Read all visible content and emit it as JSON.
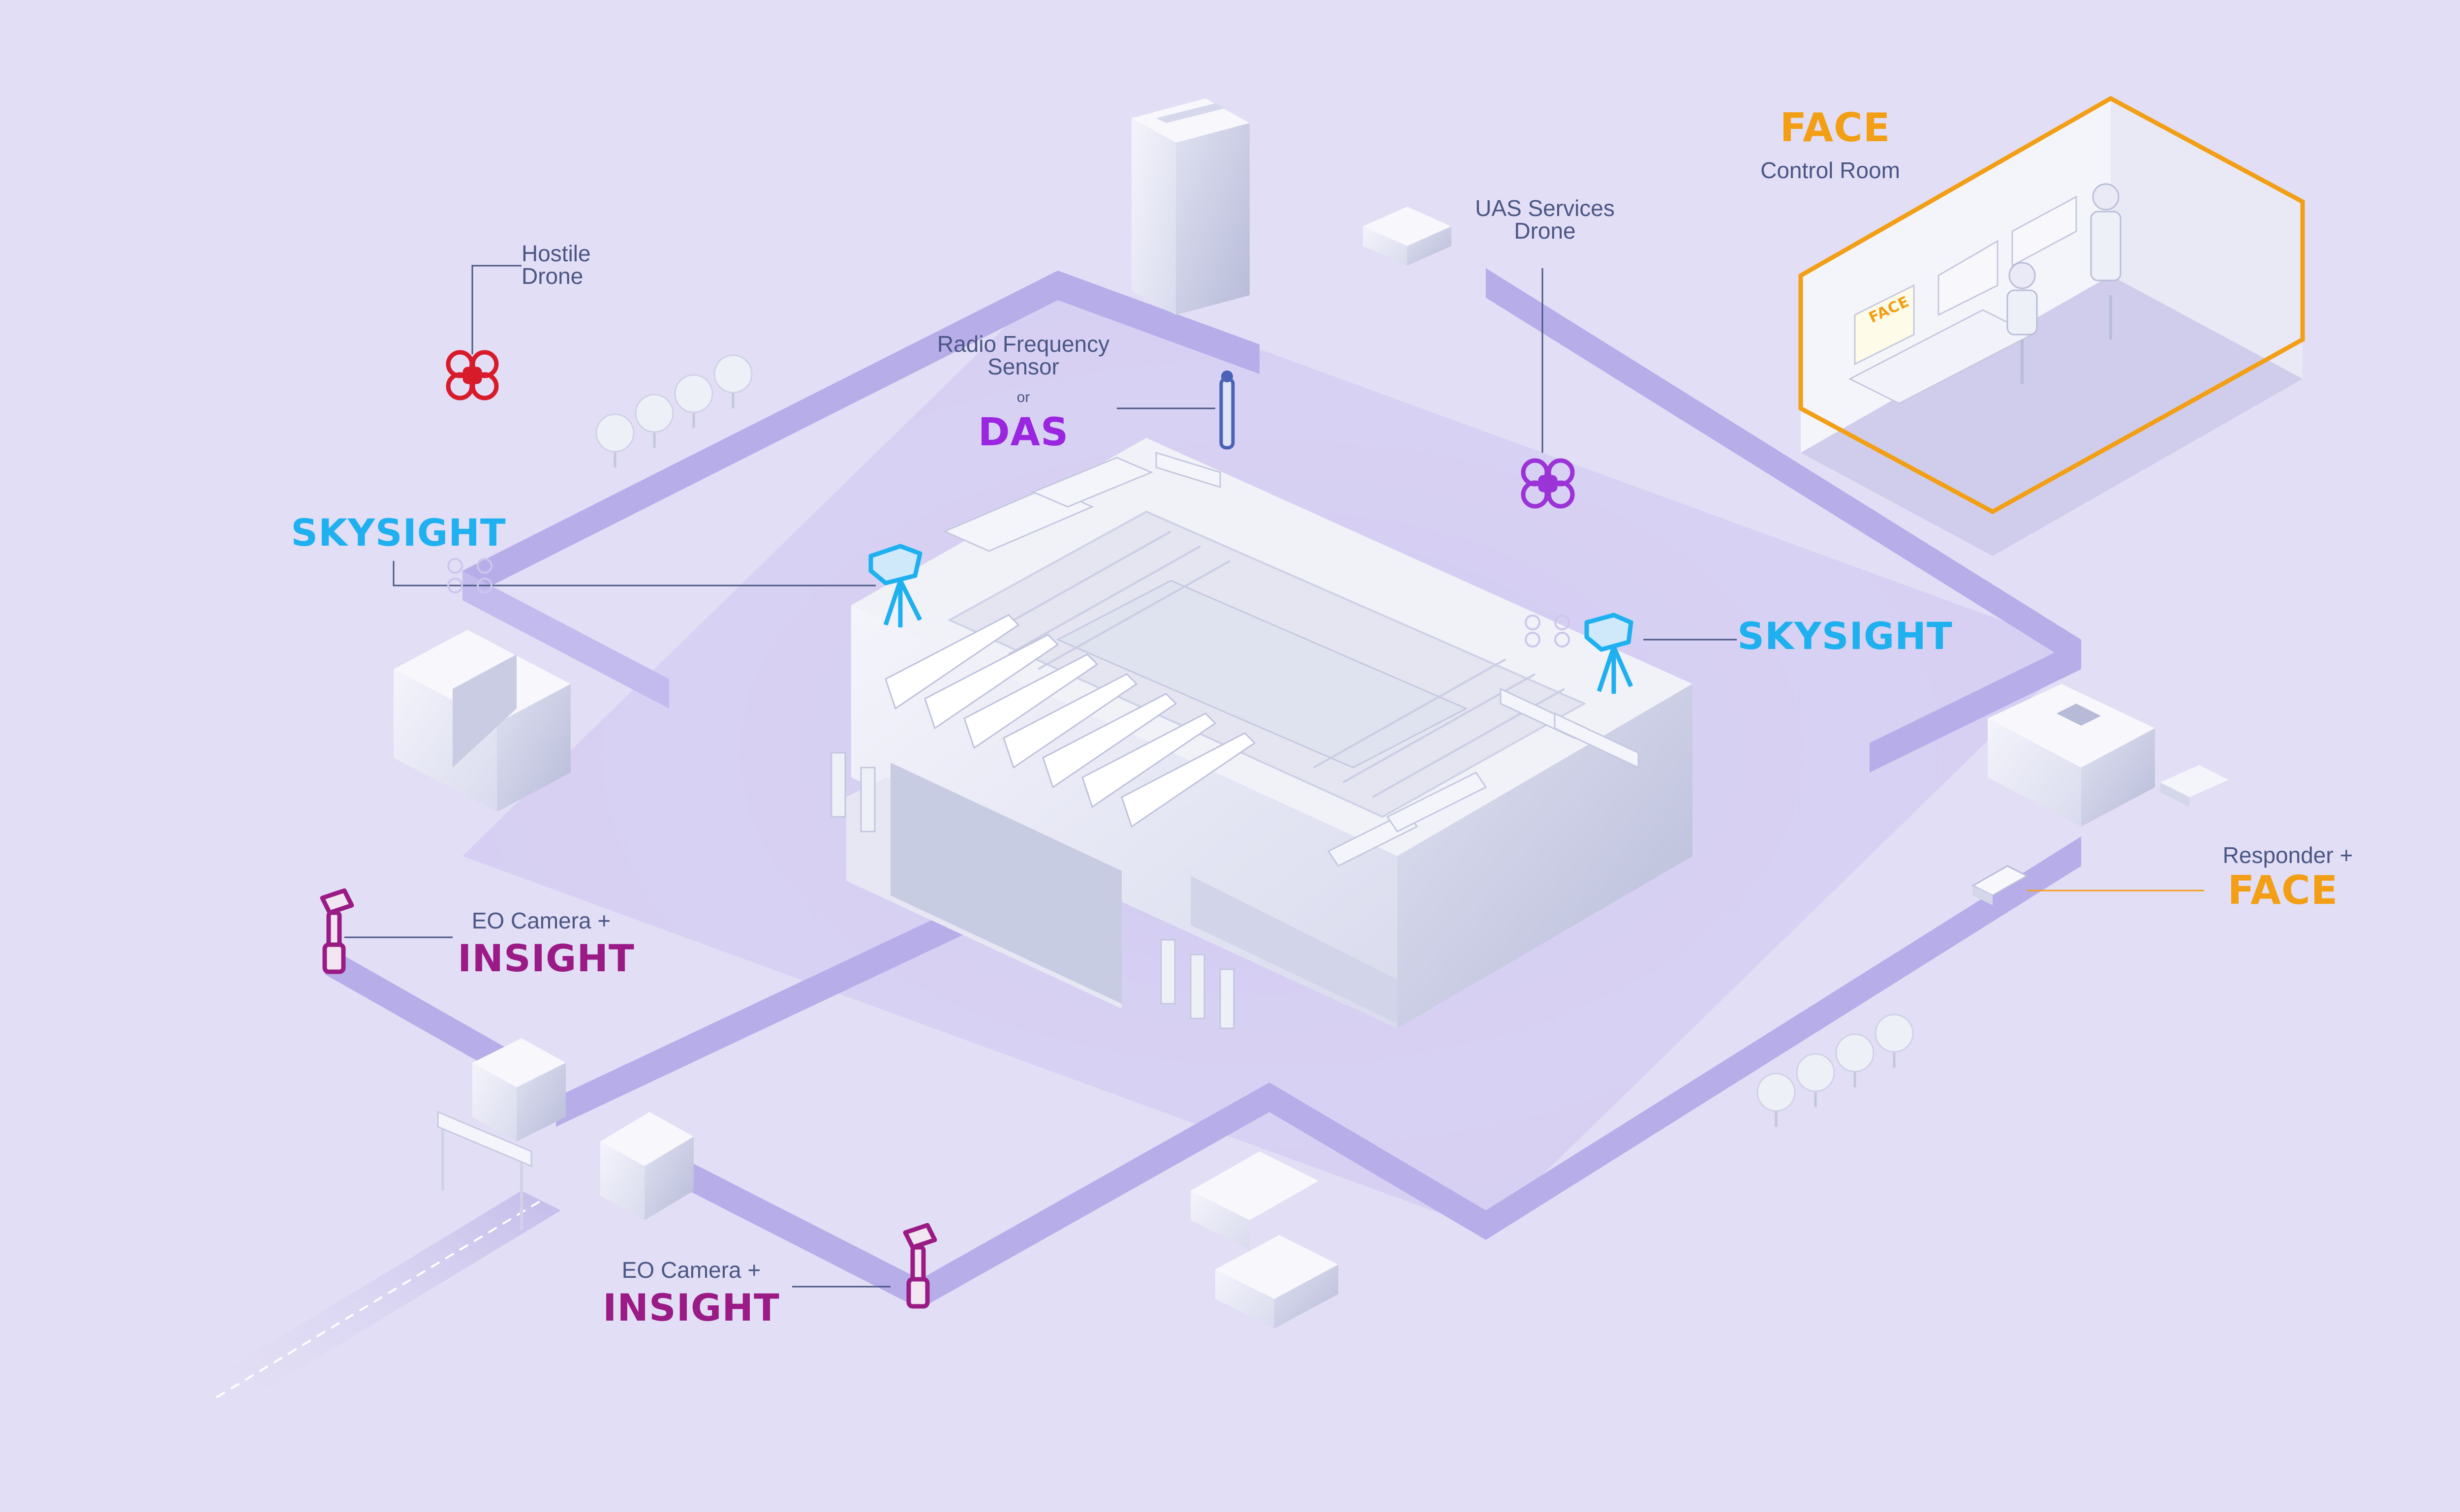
{
  "colors": {
    "background": "#e2def5",
    "path": "#b9b0ea",
    "skysight": "#1fb0f0",
    "insight": "#9b1b86",
    "das": "#9b26e0",
    "face": "#f29f16",
    "hostile": "#d81b2a",
    "uas_drone": "#9b33d6",
    "line": "#4a5684"
  },
  "labels": {
    "hostile_drone": [
      "Hostile",
      "Drone"
    ],
    "rf_sensor": [
      "Radio Frequency",
      "Sensor"
    ],
    "rf_or": "or",
    "das": "DAS",
    "uas_drone": [
      "UAS Services",
      "Drone"
    ],
    "face_title": "FACE",
    "control_room": "Control Room",
    "screen_face": "FACE",
    "skysight_left": "SKYSIGHT",
    "skysight_right": "SKYSIGHT",
    "eo_camera_left": "EO Camera +",
    "insight_left": "INSIGHT",
    "eo_camera_bottom": "EO Camera +",
    "insight_bottom": "INSIGHT",
    "responder": "Responder +",
    "responder_face": "FACE"
  },
  "icons": {
    "hostile_drone": "quadcopter-icon",
    "uas_drone": "quadcopter-icon",
    "rf_sensor": "antenna-sensor-icon",
    "skysight": "radar-tripod-icon",
    "eo_camera": "camera-pole-icon",
    "responder": "vehicle-icon"
  }
}
